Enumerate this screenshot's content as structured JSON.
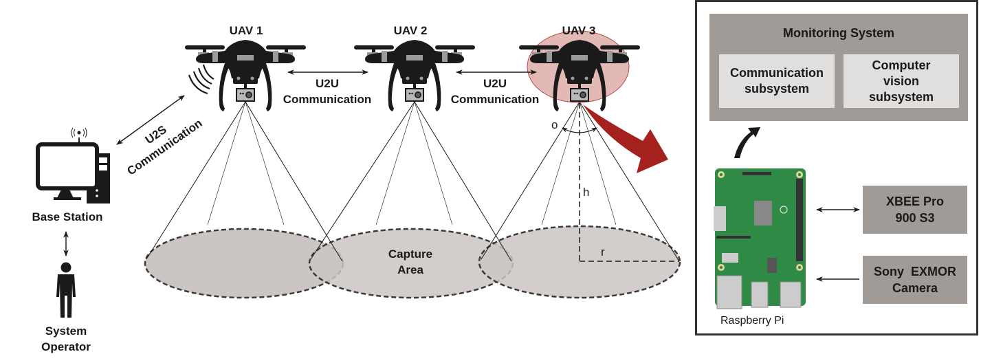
{
  "uavs": [
    {
      "label": "UAV 1"
    },
    {
      "label": "UAV 2"
    },
    {
      "label": "UAV 3",
      "highlighted": true
    }
  ],
  "links": {
    "u2u_1": {
      "line1": "U2U",
      "line2": "Communication"
    },
    "u2u_2": {
      "line1": "U2U",
      "line2": "Communication"
    },
    "u2s": {
      "line1": "U2S",
      "line2": "Communication"
    }
  },
  "ground": {
    "base_station": "Base Station",
    "operator_line1": "System",
    "operator_line2": "Operator"
  },
  "capture": {
    "line1": "Capture",
    "line2": "Area",
    "angle_symbol": "o",
    "height_symbol": "h",
    "radius_symbol": "r"
  },
  "monitoring": {
    "title": "Monitoring System",
    "subsystems": [
      {
        "label": "Communication subsystem"
      },
      {
        "label": "Computer vision subsystem"
      }
    ]
  },
  "hardware": {
    "board": "Raspberry Pi",
    "devices": [
      {
        "label": "XBEE Pro 900 S3",
        "link": "bidirectional"
      },
      {
        "label": "Sony  EXMOR Camera",
        "link": "to-board"
      }
    ]
  },
  "colors": {
    "highlight": "#c0645a",
    "callout_arrow": "#a4211e",
    "box_dark": "#a19b98",
    "box_light": "#e1dfde",
    "capture_fill": "#cbc6c3",
    "board_green": "#2f8a45"
  }
}
